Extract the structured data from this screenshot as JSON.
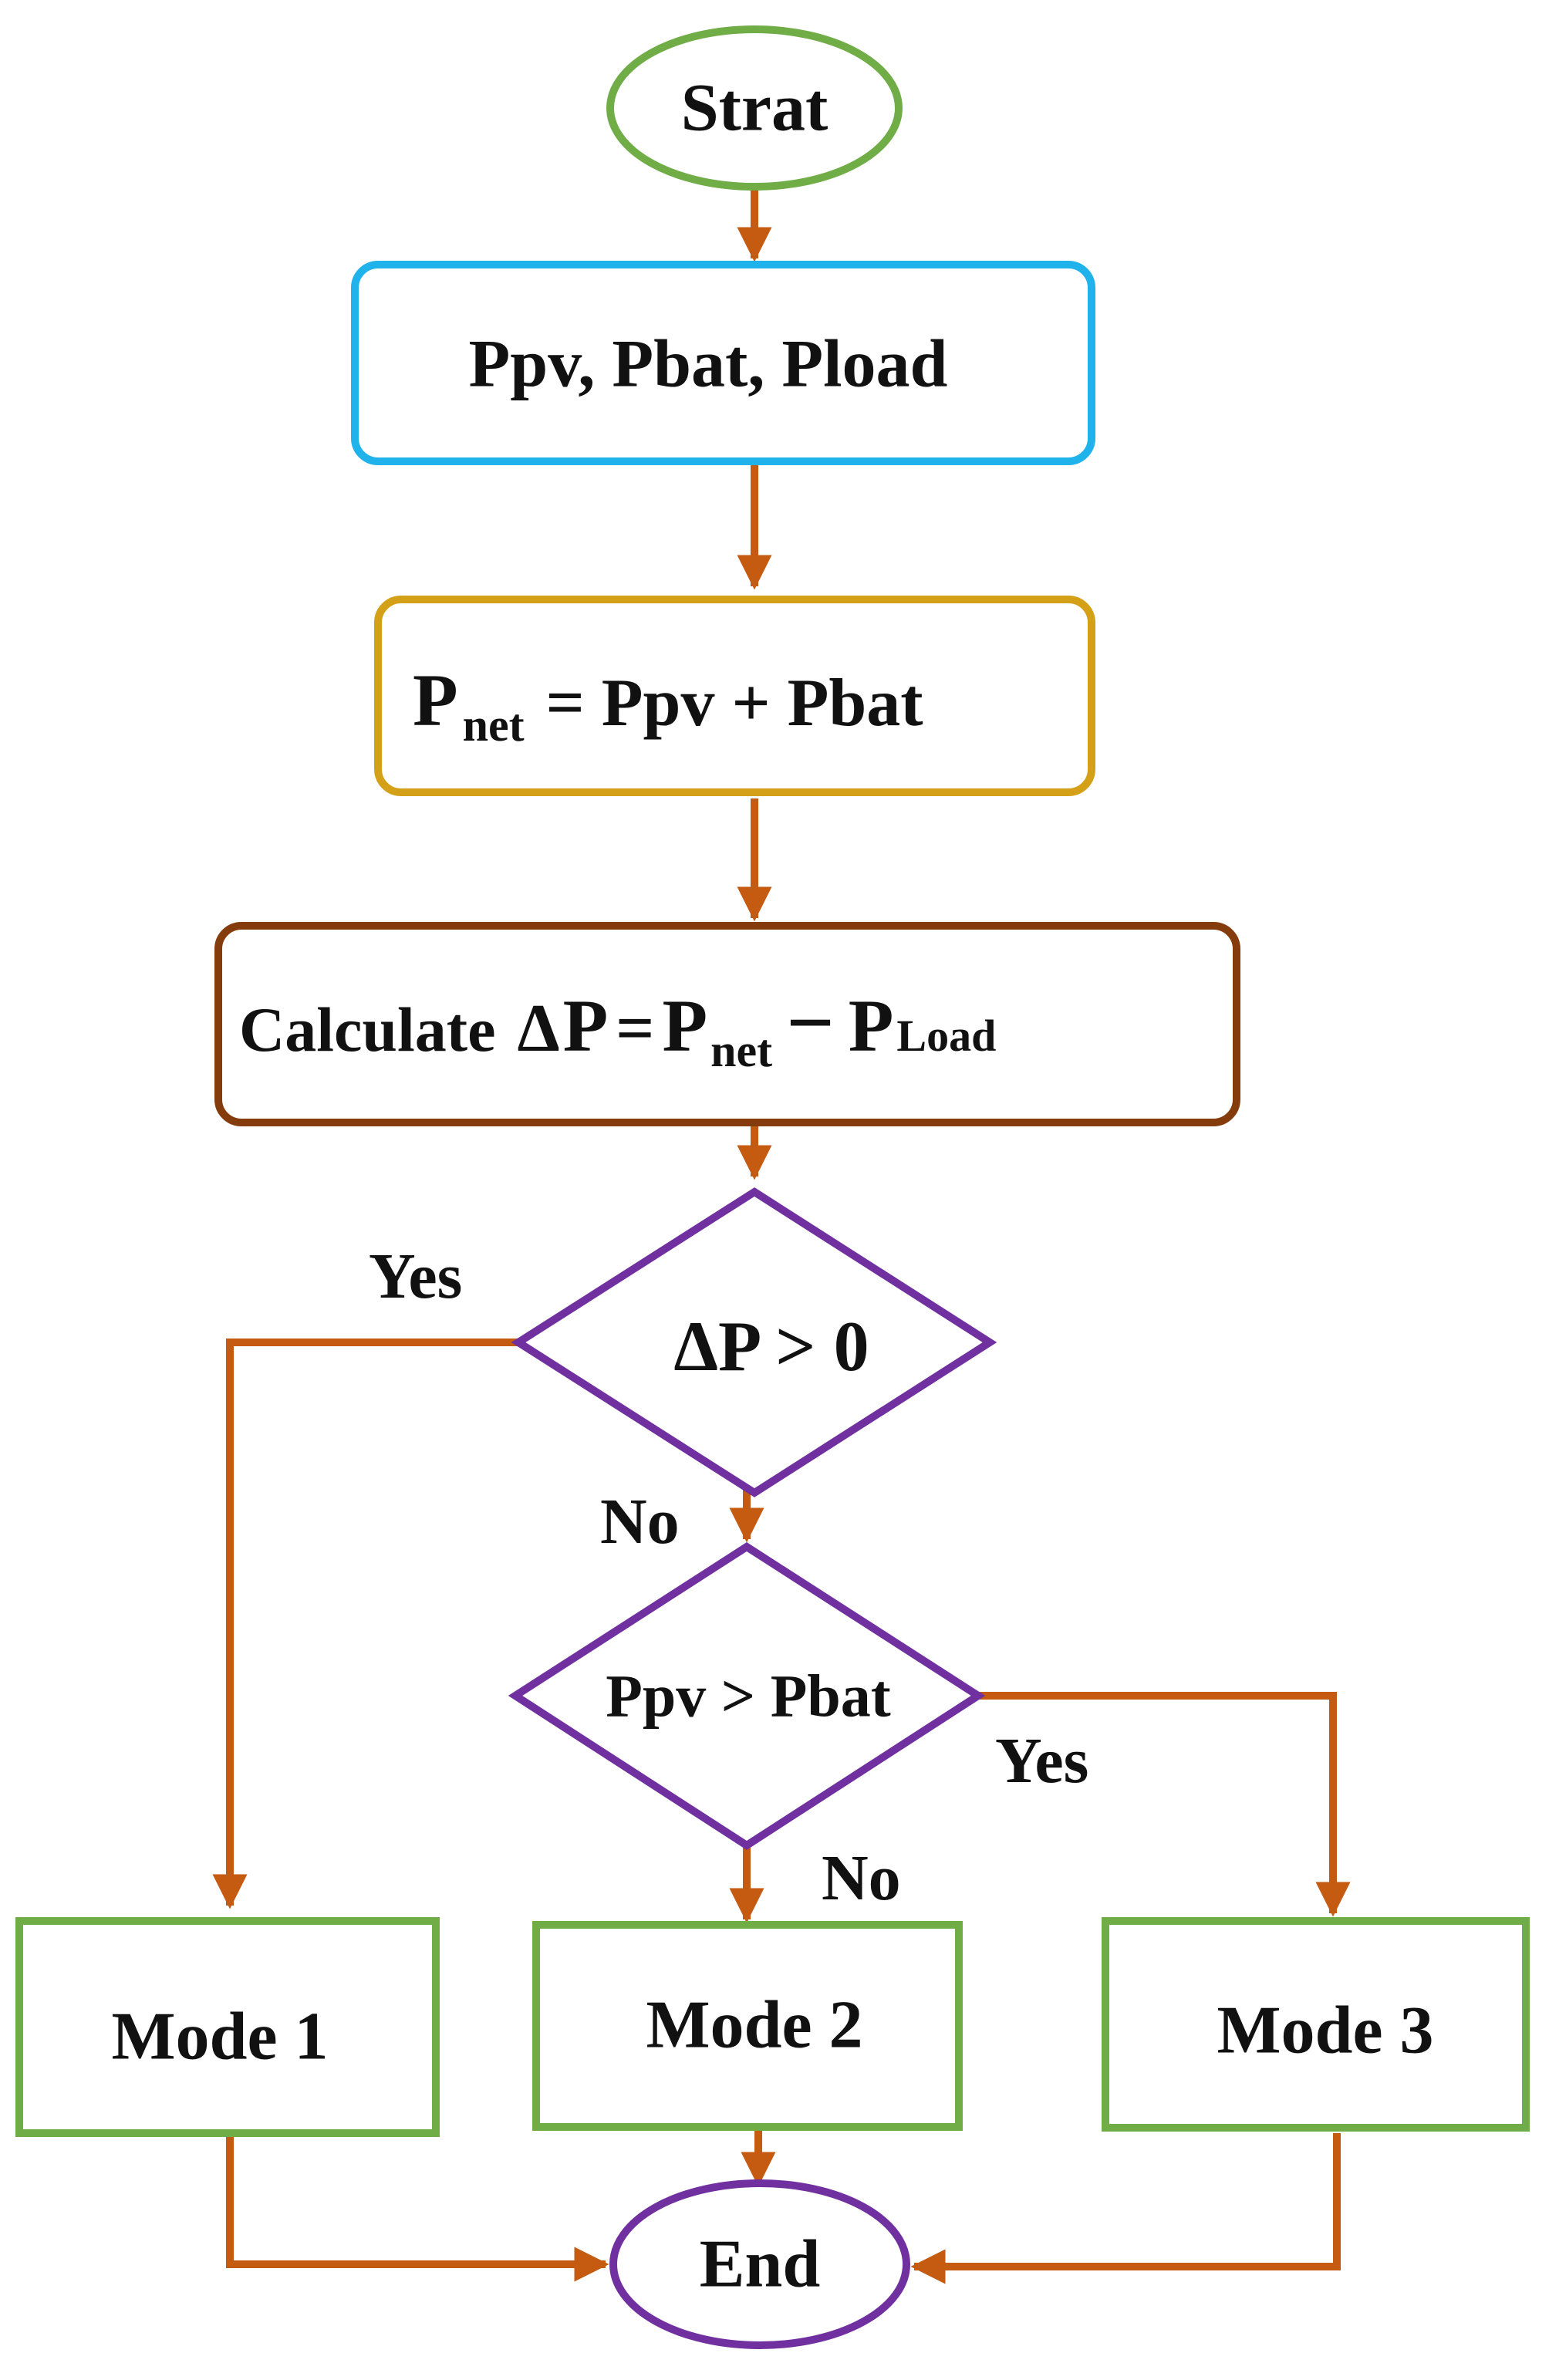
{
  "colors": {
    "arrow": "#C55A11",
    "start_border": "#70AD47",
    "input_border": "#1FB2EB",
    "pnet_border": "#D4A017",
    "calc_border": "#843C0C",
    "decision_border": "#7030A0",
    "mode_border": "#70AD47",
    "end_border": "#7030A0"
  },
  "nodes": {
    "start": "Strat",
    "inputs": "Ppv, Pbat, Pload",
    "pnet": {
      "p": "P",
      "sub": "net",
      "rhs": "= Ppv + Pbat"
    },
    "calc": {
      "prefix": "Calculate",
      "delta": "Δ",
      "p1": "P",
      "eq": "=",
      "p2": "P",
      "net": "net",
      "minus": "−",
      "p3": "P",
      "load": "Load"
    },
    "decision1": "ΔP > 0",
    "decision2": "Ppv > Pbat",
    "mode1": "Mode 1",
    "mode2": "Mode 2",
    "mode3": "Mode 3",
    "end": "End"
  },
  "edges": {
    "d1_yes": "Yes",
    "d1_no": "No",
    "d2_yes": "Yes",
    "d2_no": "No"
  }
}
